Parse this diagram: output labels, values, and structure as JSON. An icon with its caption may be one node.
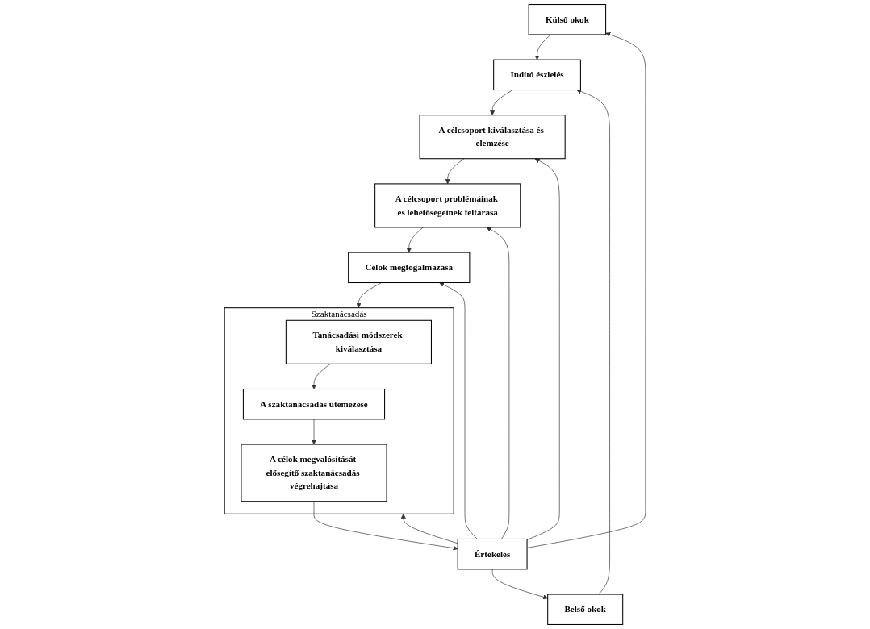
{
  "diagram": {
    "nodes": [
      {
        "text": [
          "Külső okok"
        ]
      },
      {
        "text": [
          "Belső okok"
        ]
      },
      {
        "text": [
          "Indító észlelés"
        ]
      },
      {
        "text": [
          "A célcsoport kiválasztása és elemzése"
        ]
      },
      {
        "text": [
          "A célcsoport problémáinak és lehetőségeinek feltárása"
        ]
      },
      {
        "text": [
          "Célok megfogalmazása"
        ]
      },
      {
        "text": [
          "Szaktanácsadás"
        ]
      },
      {
        "text": [
          "Tanácsadási módszerek kiválasztása"
        ],
        "in": 6
      },
      {
        "text": [
          "A szaktanácsadás ütemezése"
        ],
        "in": 6
      },
      {
        "text": [
          "A célok megvalósítását elősegítő szaktanácsadás végrehajtása"
        ],
        "in": 6
      },
      {
        "text": [
          "Értékelés"
        ]
      }
    ],
    "edges": [
      {
        "from": 0,
        "to": 2,
        "arrow": "to"
      },
      {
        "from": 1,
        "to": 2,
        "arrow": "to"
      },
      {
        "from": 2,
        "to": 3,
        "arrow": "to"
      },
      {
        "from": 3,
        "to": 4,
        "arrow": "to"
      },
      {
        "from": 4,
        "to": 5,
        "arrow": "to"
      },
      {
        "from": 5,
        "to": 6,
        "arrow": "to"
      },
      {
        "from": 7,
        "to": 8,
        "arrow": "to"
      },
      {
        "from": 8,
        "to": 9,
        "arrow": "to"
      },
      {
        "from": 9,
        "to": 10,
        "arrow": "to"
      },
      {
        "from": 10,
        "to": 0,
        "arrow": "to"
      },
      {
        "from": 10,
        "to": 1,
        "arrow": "to"
      },
      {
        "from": 10,
        "to": 3,
        "arrow": "to"
      },
      {
        "from": 10,
        "to": 4,
        "arrow": "to"
      },
      {
        "from": 10,
        "to": 5,
        "arrow": "to"
      },
      {
        "from": 10,
        "to": 6,
        "arrow": "to"
      }
    ]
  }
}
